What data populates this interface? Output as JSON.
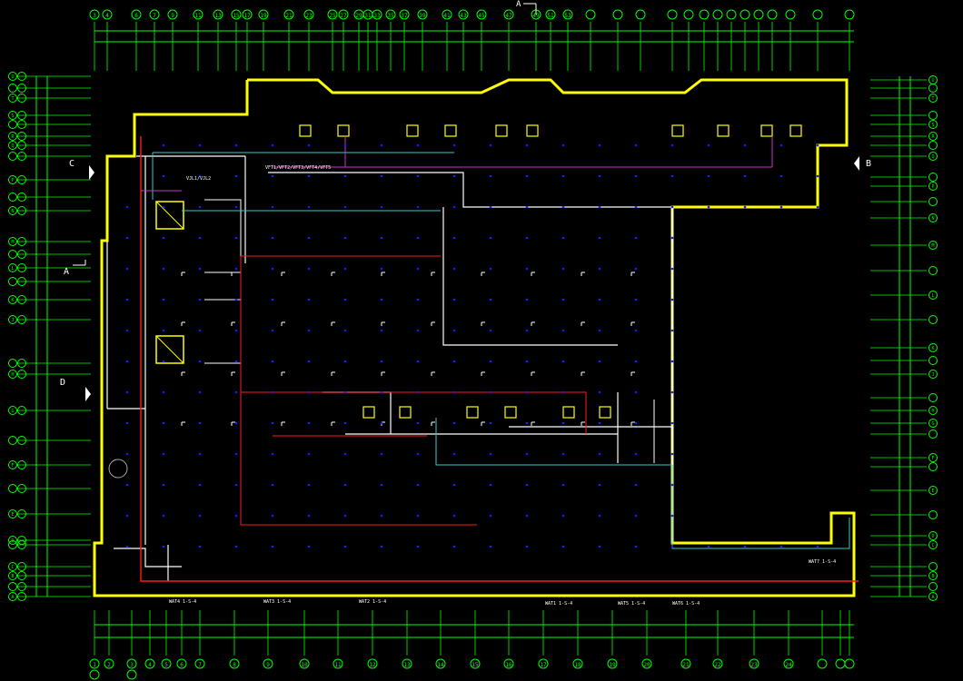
{
  "colors": {
    "background": "#000000",
    "grid": "#00ff00",
    "wall": "#ffff00",
    "pipe_red": "#ff1a1a",
    "pipe_cyan": "#33cccc",
    "pipe_magenta": "#cc33cc",
    "structure": "#ffffff",
    "dot": "#1a1aff"
  },
  "section_marks": {
    "top": "A",
    "left_upper": "C",
    "left_mid": "A",
    "left_lower": "D",
    "right": "B"
  },
  "top_axes": [
    "3",
    "4",
    "6",
    "7",
    "9",
    "11",
    "13",
    "15",
    "17",
    "19",
    "21",
    "23",
    "25",
    "27",
    "29",
    "31",
    "33",
    "35",
    "37",
    "39",
    "41",
    "43",
    "45",
    "47",
    "49",
    "51",
    "53"
  ],
  "bottom_axes": [
    "1",
    "2",
    "3",
    "4",
    "5",
    "6",
    "7",
    "8",
    "9",
    "10",
    "11",
    "12",
    "13",
    "14",
    "15",
    "16",
    "17",
    "18",
    "19",
    "20",
    "21",
    "22",
    "23",
    "24"
  ],
  "left_axes": [
    "U",
    "T",
    "S",
    "R",
    "Q",
    "P",
    "N",
    "M",
    "L",
    "K",
    "J",
    "H",
    "G",
    "F",
    "E",
    "D",
    "C",
    "B",
    "A"
  ],
  "right_axes": [
    "U",
    "T",
    "S",
    "R",
    "Q",
    "P",
    "N",
    "M",
    "L",
    "K",
    "J",
    "H",
    "G",
    "F",
    "E",
    "D",
    "C",
    "B",
    "A"
  ],
  "pipe_labels": {
    "riser_vjl": "VJL1/VJL2",
    "riser_row": "VFT1/VFT2/VFT3/VFT4/VFT5",
    "wat1": "WAT1 1-S-4",
    "wat2": "WAT2 1-S-4",
    "wat3": "WAT3 1-S-4",
    "wat4": "WAT4 1-S-4",
    "wat5": "WAT5 1-S-4",
    "wat6": "WAT6 1-S-4",
    "wat7": "WAT7 1-S-4"
  }
}
